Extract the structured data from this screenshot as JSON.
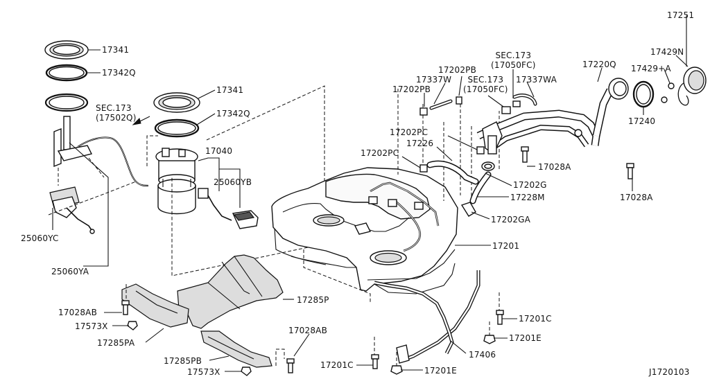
{
  "diagram_id": "J1720103",
  "notes": {
    "sec_17502q": [
      "SEC.173",
      "(17502Q)"
    ],
    "sec_17050fc_top": [
      "SEC.173",
      "(17050FC)"
    ],
    "sec_17050fc_mid": [
      "SEC.173",
      "(17050FC)"
    ]
  },
  "labels": {
    "l17341_a": "17341",
    "l17342q_a": "17342Q",
    "l17341_b": "17341",
    "l17342q_b": "17342Q",
    "l17040": "17040",
    "l25060yb": "25060YB",
    "l25060yc": "25060YC",
    "l25060ya": "25060YA",
    "l17202pb_a": "17202PB",
    "l17337w": "17337W",
    "l17202pb_b": "17202PB",
    "l17337wa": "17337WA",
    "l17220q": "17220Q",
    "l17251": "17251",
    "l17429n": "17429N",
    "l17429a": "17429+A",
    "l17240": "17240",
    "l17202pc_a": "17202PC",
    "l17226": "17226",
    "l17202pc_b": "17202PC",
    "l17028a_a": "17028A",
    "l17202g": "17202G",
    "l17228m": "17228M",
    "l17028a_b": "17028A",
    "l17202ga": "17202GA",
    "l17201": "17201",
    "l17028ab_a": "17028AB",
    "l17573x_a": "17573X",
    "l17285pa": "17285PA",
    "l17285p": "17285P",
    "l17028ab_b": "17028AB",
    "l17285pb": "17285PB",
    "l17573x_b": "17573X",
    "l17201c_a": "17201C",
    "l17201e_a": "17201E",
    "l17406": "17406",
    "l17201c_b": "17201C",
    "l17201e_b": "17201E"
  }
}
